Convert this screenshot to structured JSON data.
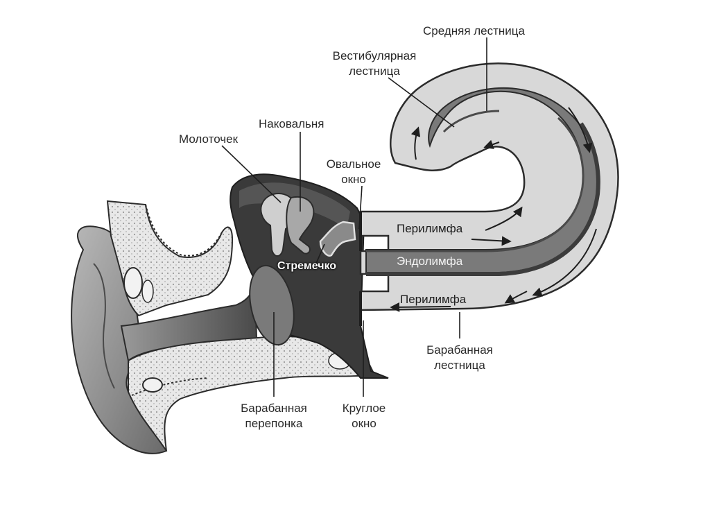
{
  "labels": {
    "scala_media": "Средняя лестница",
    "scala_vestibuli": [
      "Вестибулярная",
      "лестница"
    ],
    "incus": "Наковальня",
    "malleus": "Молоточек",
    "oval_window": [
      "Овальное",
      "окно"
    ],
    "perilymph_top": "Перилимфа",
    "endolymph": "Эндолимфа",
    "perilymph_bottom": "Перилимфа",
    "stapes": "Стремечко",
    "scala_tympani": [
      "Барабанная",
      "лестница"
    ],
    "tympanic_membrane": [
      "Барабанная",
      "перепонка"
    ],
    "round_window": [
      "Круглое",
      "окно"
    ]
  },
  "colors": {
    "outline": "#2b2b2b",
    "scala_fill": "#d8d8d8",
    "duct_fill": "#7a7a7a",
    "membrane_dark": "#3c3c3c",
    "middle_ear": "#3a3a3a",
    "bone": "#e9e9e9",
    "ear_gray": "#9a9a9a"
  }
}
